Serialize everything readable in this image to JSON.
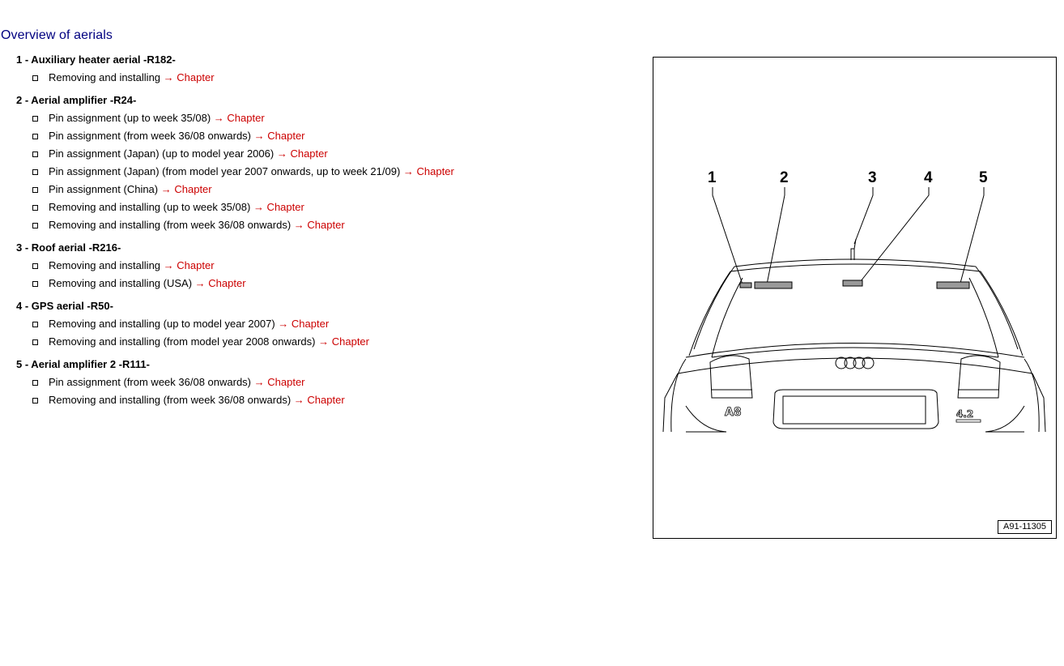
{
  "title": "Overview of aerials",
  "sections": [
    {
      "heading": "1 - Auxiliary heater aerial -R182-",
      "items": [
        {
          "text": "Removing and installing",
          "link": "→ Chapter"
        }
      ]
    },
    {
      "heading": "2 - Aerial amplifier -R24-",
      "items": [
        {
          "text": "Pin assignment (up to week 35/08)",
          "link": "→ Chapter"
        },
        {
          "text": "Pin assignment (from week 36/08 onwards)",
          "link": "→ Chapter"
        },
        {
          "text": "Pin assignment (Japan) (up to model year 2006)",
          "link": "→ Chapter"
        },
        {
          "text": "Pin assignment (Japan) (from model year 2007 onwards, up to week 21/09)",
          "link": "→ Chapter"
        },
        {
          "text": "Pin assignment (China)",
          "link": "→ Chapter"
        },
        {
          "text": "Removing and installing (up to week 35/08)",
          "link": "→ Chapter"
        },
        {
          "text": "Removing and installing (from week 36/08 onwards)",
          "link": "→ Chapter"
        }
      ]
    },
    {
      "heading": "3 - Roof aerial -R216-",
      "items": [
        {
          "text": "Removing and installing",
          "link": "→ Chapter"
        },
        {
          "text": "Removing and installing (USA)",
          "link": "→ Chapter"
        }
      ]
    },
    {
      "heading": "4 - GPS aerial -R50-",
      "items": [
        {
          "text": "Removing and installing (up to model year 2007)",
          "link": "→ Chapter"
        },
        {
          "text": "Removing and installing (from model year 2008 onwards)",
          "link": "→ Chapter"
        }
      ]
    },
    {
      "heading": "5 - Aerial amplifier 2 -R111-",
      "items": [
        {
          "text": "Pin assignment (from week 36/08 onwards)",
          "link": "→ Chapter"
        },
        {
          "text": "Removing and installing (from week 36/08 onwards)",
          "link": "→ Chapter"
        }
      ]
    }
  ],
  "figure": {
    "callouts": [
      "1",
      "2",
      "3",
      "4",
      "5"
    ],
    "badge_model": "A8",
    "badge_engine": "4.2",
    "id": "A91-11305"
  },
  "colors": {
    "title": "#000080",
    "link": "#cc0000"
  }
}
